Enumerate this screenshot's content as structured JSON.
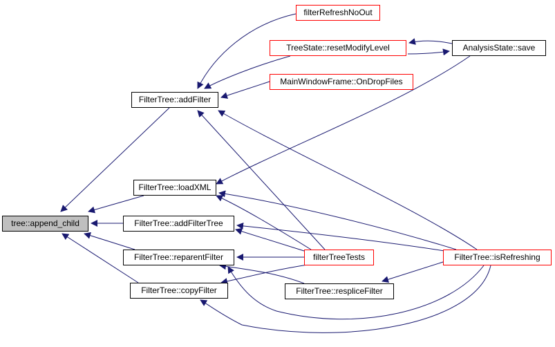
{
  "title": "Call graph for tree::append_child",
  "colors": {
    "edge": "#191970",
    "border_normal": "#000000",
    "border_truncated": "#ff0000",
    "current_fill": "#bfbfbf"
  },
  "nodes": {
    "append_child": {
      "label": "tree::append_child",
      "style": "current"
    },
    "addFilter": {
      "label": "FilterTree::addFilter",
      "style": "normal"
    },
    "loadXML": {
      "label": "FilterTree::loadXML",
      "style": "normal"
    },
    "addFilterTree": {
      "label": "FilterTree::addFilterTree",
      "style": "normal"
    },
    "reparentFilter": {
      "label": "FilterTree::reparentFilter",
      "style": "normal"
    },
    "copyFilter": {
      "label": "FilterTree::copyFilter",
      "style": "normal"
    },
    "filterRefreshNoOut": {
      "label": "filterRefreshNoOut",
      "style": "truncated"
    },
    "resetModifyLevel": {
      "label": "TreeState::resetModifyLevel",
      "style": "truncated"
    },
    "OnDropFiles": {
      "label": "MainWindowFrame::OnDropFiles",
      "style": "truncated"
    },
    "analysisSave": {
      "label": "AnalysisState::save",
      "style": "normal"
    },
    "filterTreeTests": {
      "label": "filterTreeTests",
      "style": "truncated"
    },
    "respliceFilter": {
      "label": "FilterTree::respliceFilter",
      "style": "normal"
    },
    "isRefreshing": {
      "label": "FilterTree::isRefreshing",
      "style": "truncated"
    }
  },
  "edges": [
    {
      "from": "addFilter",
      "to": "append_child"
    },
    {
      "from": "loadXML",
      "to": "append_child"
    },
    {
      "from": "addFilterTree",
      "to": "append_child"
    },
    {
      "from": "reparentFilter",
      "to": "append_child"
    },
    {
      "from": "copyFilter",
      "to": "append_child"
    },
    {
      "from": "filterRefreshNoOut",
      "to": "addFilter"
    },
    {
      "from": "resetModifyLevel",
      "to": "addFilter"
    },
    {
      "from": "OnDropFiles",
      "to": "addFilter"
    },
    {
      "from": "filterTreeTests",
      "to": "addFilter"
    },
    {
      "from": "isRefreshing",
      "to": "addFilter"
    },
    {
      "from": "analysisSave",
      "to": "resetModifyLevel"
    },
    {
      "from": "resetModifyLevel",
      "to": "analysisSave"
    },
    {
      "from": "analysisSave",
      "to": "loadXML"
    },
    {
      "from": "filterTreeTests",
      "to": "loadXML"
    },
    {
      "from": "isRefreshing",
      "to": "loadXML"
    },
    {
      "from": "filterTreeTests",
      "to": "addFilterTree"
    },
    {
      "from": "isRefreshing",
      "to": "addFilterTree"
    },
    {
      "from": "filterTreeTests",
      "to": "reparentFilter"
    },
    {
      "from": "respliceFilter",
      "to": "reparentFilter"
    },
    {
      "from": "isRefreshing",
      "to": "reparentFilter"
    },
    {
      "from": "isRefreshing",
      "to": "respliceFilter"
    },
    {
      "from": "filterTreeTests",
      "to": "copyFilter"
    },
    {
      "from": "isRefreshing",
      "to": "copyFilter"
    }
  ]
}
